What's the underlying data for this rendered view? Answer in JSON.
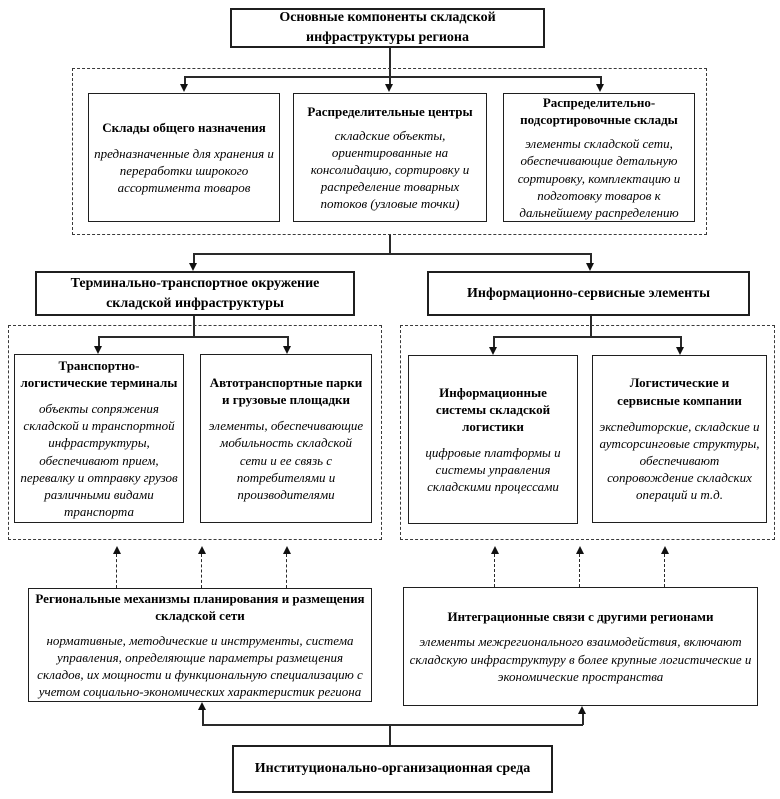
{
  "colors": {
    "line": "#1a1a1a",
    "background": "#ffffff",
    "text": "#000000"
  },
  "diagram": {
    "root": {
      "title": "Основные компоненты складской инфраструктуры региона"
    },
    "components_group": {
      "items": [
        {
          "title": "Склады общего назначения",
          "desc": "предназначенные для хранения и переработки широкого ассортимента товаров"
        },
        {
          "title": "Распределительные центры",
          "desc": "складские объекты, ориентированные на консолидацию, сортировку и распределение товарных потоков (узловые точки)"
        },
        {
          "title": "Распределительно-подсортировочные склады",
          "desc": "элементы складской сети, обеспечивающие детальную сортировку, комплектацию и подготовку товаров к дальнейшему распределению"
        }
      ]
    },
    "terminal_branch": {
      "header": "Терминально-транспортное окружение складской инфраструктуры",
      "items": [
        {
          "title": "Транспортно-логистические терминалы",
          "desc": "объекты сопряжения складской и транспортной инфраструктуры, обеспечивают прием, перевалку и отправку грузов различными видами транспорта"
        },
        {
          "title": "Автотранспортные парки и грузовые площадки",
          "desc": "элементы, обеспечивающие мобильность складской сети и ее связь с потребителями и производителями"
        }
      ]
    },
    "info_branch": {
      "header": "Информационно-сервисные элементы",
      "items": [
        {
          "title": "Информационные системы складской логистики",
          "desc": "цифровые платформы и системы управления складскими процессами"
        },
        {
          "title": "Логистические и сервисные компании",
          "desc": "экспедиторские, складские и аутсорсинговые структуры, обеспечивают сопровождение складских операций и т.д."
        }
      ]
    },
    "mechanisms": {
      "title": "Региональные механизмы планирования и размещения складской сети",
      "desc": "нормативные, методические и инструменты, система управления, определяющие параметры размещения складов, их мощности и функциональную специализацию с учетом социально-экономических характеристик региона"
    },
    "integration": {
      "title": "Интеграционные связи с другими регионами",
      "desc": "элементы межрегионального взаимодействия, включают складскую инфраструктуру в более крупные логистические и экономические пространства"
    },
    "environment": {
      "title": "Институционально-организационная среда"
    }
  }
}
